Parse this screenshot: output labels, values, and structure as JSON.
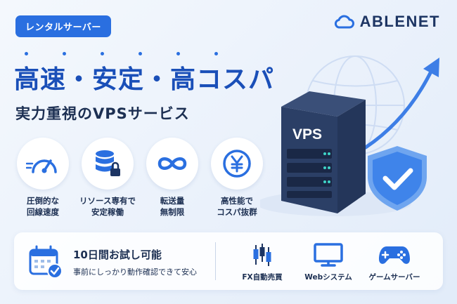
{
  "badge": "レンタルサーバー",
  "brand": {
    "name": "ABLENET",
    "icon": "cloud-icon"
  },
  "headline": "高速・安定・高コスパ",
  "subheadline": "実力重視のVPSサービス",
  "hero": {
    "server_label": "VPS",
    "icons": [
      "globe-icon",
      "rising-arrow-icon",
      "server-icon",
      "shield-check-icon"
    ]
  },
  "features": [
    {
      "label": "圧倒的な\n回線速度",
      "icon": "speedometer-icon"
    },
    {
      "label": "リソース専有で\n安定稼働",
      "icon": "database-lock-icon"
    },
    {
      "label": "転送量\n無制限",
      "icon": "infinity-icon"
    },
    {
      "label": "高性能で\nコスパ抜群",
      "icon": "yen-coin-icon"
    }
  ],
  "trial": {
    "title": "10日間お試し可能",
    "description": "事前にしっかり動作確認できて安心",
    "icon": "calendar-check-icon"
  },
  "uses": [
    {
      "label": "FX自動売買",
      "icon": "candlestick-chart-icon"
    },
    {
      "label": "Webシステム",
      "icon": "monitor-icon"
    },
    {
      "label": "ゲームサーバー",
      "icon": "gamepad-icon"
    }
  ],
  "colors": {
    "accent": "#2a6fe0",
    "headline": "#1a4fb8",
    "text": "#1c2f52",
    "server": "#1f2e4d"
  }
}
